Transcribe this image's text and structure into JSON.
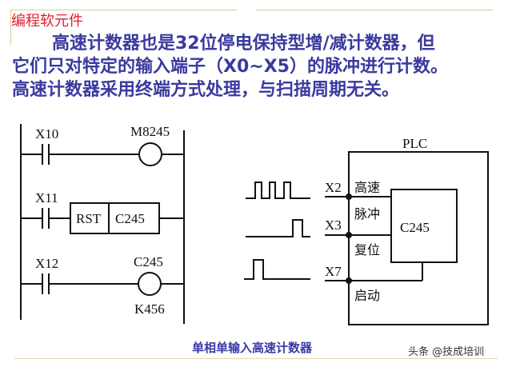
{
  "header": {
    "section_title": "编程软元件"
  },
  "paragraph": {
    "lines": [
      "高速计数器也是32位停电保持型增/减计数器，但",
      "它们只对特定的输入端子（X0~X5）的脉冲进行计数。",
      "高速计数器采用终端方式处理，与扫描周期无关。"
    ]
  },
  "ladder": {
    "rungs": [
      {
        "contact": "X10",
        "output_type": "coil",
        "output": "M8245"
      },
      {
        "contact": "X11",
        "output_type": "instruction",
        "instruction": "RST",
        "operand": "C245"
      },
      {
        "contact": "X12",
        "output_type": "coil",
        "output": "C245",
        "setpoint": "K456"
      }
    ]
  },
  "plc_diagram": {
    "title": "PLC",
    "counter": "C245",
    "inputs": [
      {
        "terminal": "X2",
        "label": "高速\n脉冲",
        "label_top": "高速",
        "label_bottom": "脉冲",
        "signal": "pulse-train"
      },
      {
        "terminal": "X3",
        "label_top": "复位",
        "signal": "single-pulse-late"
      },
      {
        "terminal": "X7",
        "label_top": "启动",
        "signal": "single-pulse-early"
      }
    ]
  },
  "caption": "单相单输入高速计数器",
  "watermark": "头条 @技成培训",
  "colors": {
    "title_red": "#e0202a",
    "text_blue": "#3a3aa0",
    "frame_tan": "#d8cc98",
    "line_black": "#111111"
  }
}
